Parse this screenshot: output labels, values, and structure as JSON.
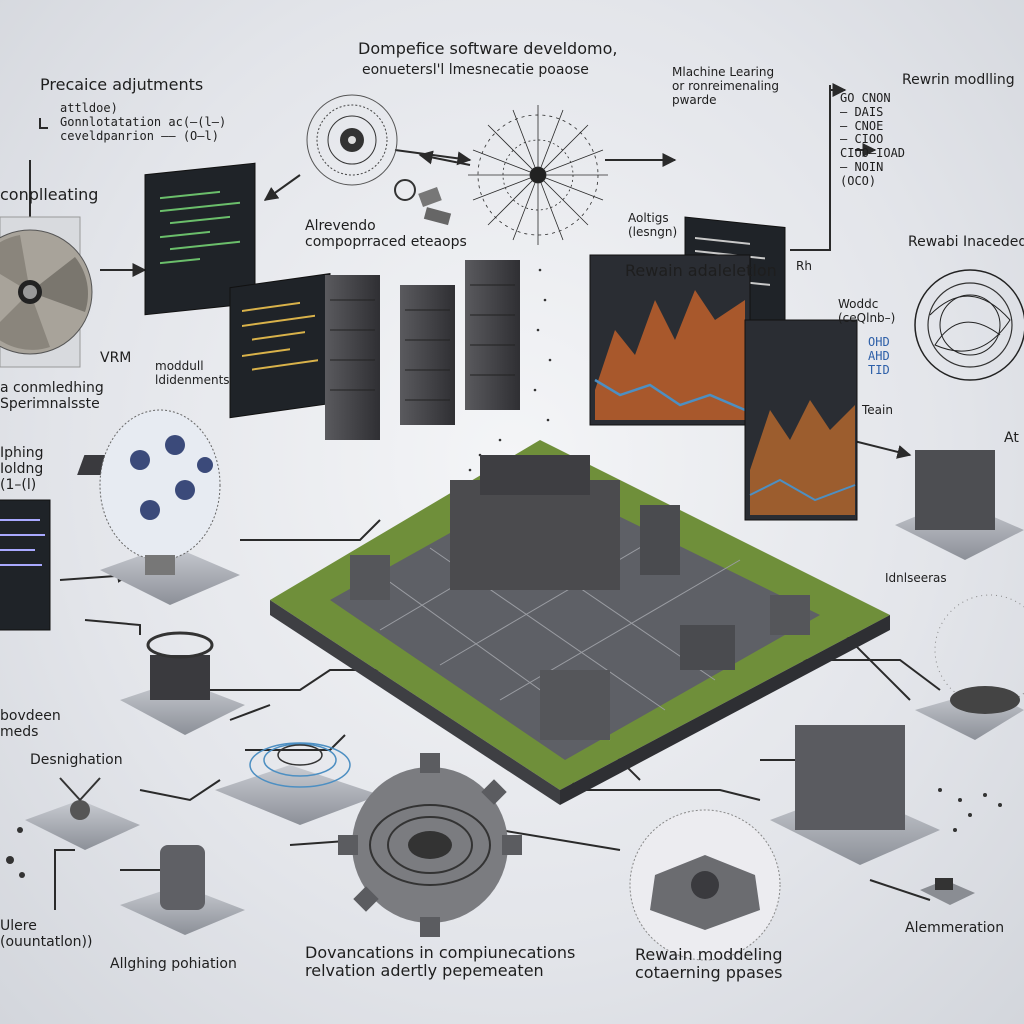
{
  "title": {
    "line1": "Dompefice software develdomo,",
    "line2": "eonuetersl'l lmesnecatie poaose"
  },
  "labels": {
    "precise_adjustments": "Precaice adjutments",
    "precise_sub": [
      "attldoe)",
      "Gonnlotatation ac(–(l–)",
      "ceveldpanrion –– (O–l)"
    ],
    "compiling_top": "conplleating",
    "environment": [
      "Alrevendo",
      "compoprraced eteaops"
    ],
    "vrm": "VRM",
    "modal_adjustments": [
      "moddull",
      "ldidenments"
    ],
    "compiling_mid": [
      "a conmledhing",
      "Sperimnalsste"
    ],
    "left_partial": [
      "Iphing",
      "Ioldng",
      "(1–(l)"
    ],
    "ml_label": [
      "Mlachine Learing",
      "or ronreimenaling",
      "pwarde"
    ],
    "adapt": [
      "Aoltigs",
      "(lesngn)"
    ],
    "rh": "Rh",
    "rewain_modeling_top": "Rewrin modlling",
    "rewain_list": [
      "GO CNON",
      "– DAIS",
      "– CNOE",
      "– CIOO",
      "CIOO–IOAD",
      "– NOIN",
      "(OCO)"
    ],
    "rewain_inaced": "Rewabi Inaceded",
    "woods": [
      "Woddc",
      "(ceQlnb–)"
    ],
    "codes": [
      "OHD",
      "AHD",
      "TID"
    ],
    "teain": "Teain",
    "rewain_adaptation": "Rewain adaleletlon",
    "right_a": "At",
    "idnesoros": "Idnlseeras",
    "provided_needs": [
      "bovdeen",
      "meds"
    ],
    "designation": "Desnighation",
    "bottom_left": [
      "Ulere",
      "(ouuntatlon))"
    ],
    "aligning": "Allghing pohiation",
    "advancements": [
      "Dovancations in compiunecations",
      "relvation adertly pepemeaten"
    ],
    "rewain_bottom": [
      "Rewain moddeling",
      "cotaerning ppases"
    ],
    "alemmeration": "Alemmeration"
  },
  "colors": {
    "background": "#e3e5ea",
    "screen": "#1f2328",
    "building": "#4b4b4e",
    "grass": "#6f8f3a",
    "chart_orange": "#c8632b",
    "chart_blue": "#4d8fc2",
    "line": "#2a2a2a"
  }
}
